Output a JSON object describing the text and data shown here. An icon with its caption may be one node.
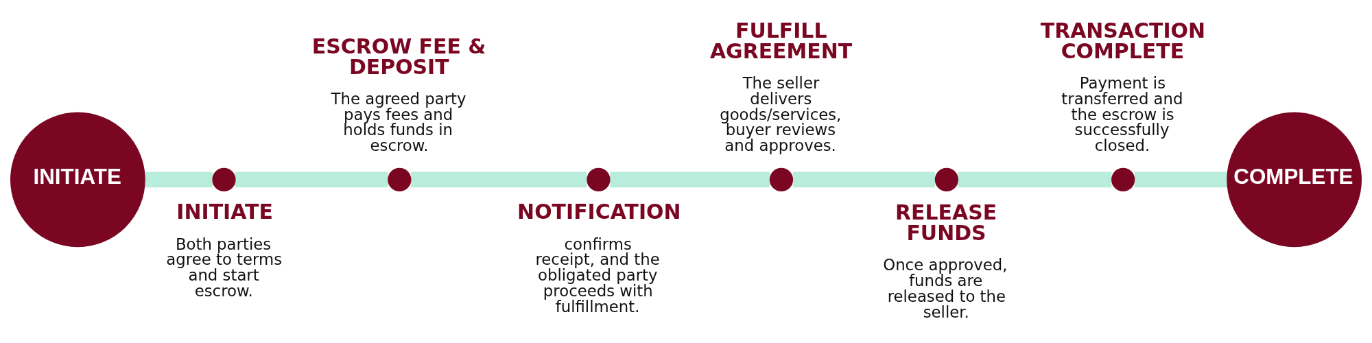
{
  "diagram": {
    "nodes": [
      {
        "text": [
          "INITIATE"
        ]
      },
      {
        "text": [],
        "shape": "circle"
      },
      {
        "text": [
          "INITIATE",
          "Both parties agree to terms and start escrow."
        ]
      },
      {
        "text": [
          "ESCROW FEE & DEPOSIT",
          "The agreed party pays fees and holds funds in escrow."
        ]
      },
      {
        "text": [],
        "shape": "circle"
      },
      {
        "text": [],
        "shape": "circle"
      },
      {
        "text": [
          "NOTIFICATION",
          "confirms receipt, and the obligated party proceeds with fulfillment."
        ]
      },
      {
        "text": [
          "FULFILL AGREEMENT",
          "The seller delivers goods/services, buyer reviews and approves."
        ]
      },
      {
        "text": [],
        "shape": "circle"
      },
      {
        "text": [],
        "shape": "circle"
      },
      {
        "text": [
          "RELEASE FUNDS",
          "Once approved, funds are released to the seller."
        ]
      },
      {
        "text": [
          "TRANSACTION COMPLETE",
          "Payment is transferred and the escrow is successfully closed."
        ]
      },
      {
        "text": [],
        "shape": "circle"
      },
      {
        "text": [
          "COMPLETE"
        ]
      }
    ],
    "edges": [
      {
        "from": 0,
        "to": 1,
        "arrow": "none"
      },
      {
        "from": 1,
        "to": 4,
        "arrow": "none"
      },
      {
        "from": 4,
        "to": 5,
        "arrow": "none"
      },
      {
        "from": 5,
        "to": 8,
        "arrow": "none"
      },
      {
        "from": 8,
        "to": 9,
        "arrow": "none"
      },
      {
        "from": 9,
        "to": 12,
        "arrow": "none"
      },
      {
        "from": 12,
        "to": 13,
        "arrow": "none"
      }
    ]
  }
}
